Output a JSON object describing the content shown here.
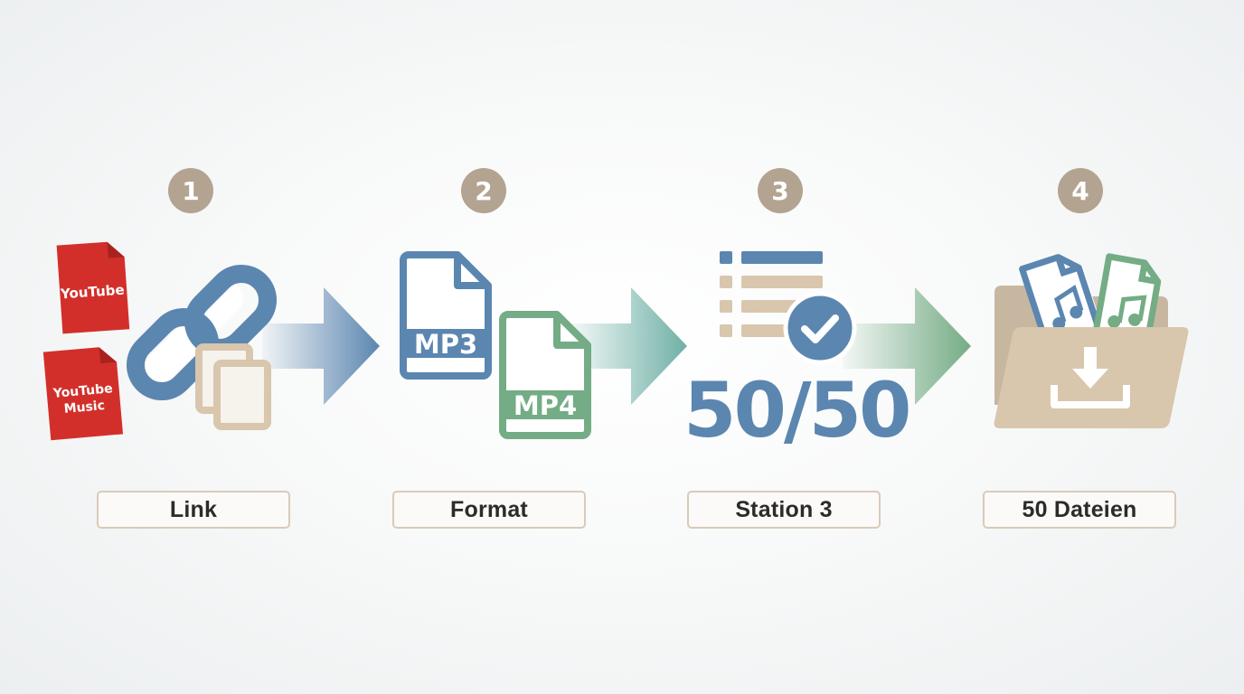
{
  "steps": [
    {
      "number": "1",
      "label": "Link"
    },
    {
      "number": "2",
      "label": "Format"
    },
    {
      "number": "3",
      "label": "Station 3"
    },
    {
      "number": "4",
      "label": "50 Dateien"
    }
  ],
  "sources": {
    "youtube": "YouTube",
    "youtube_music_line1": "YouTube",
    "youtube_music_line2": "Music"
  },
  "formats": {
    "mp3": "MP3",
    "mp4": "MP4"
  },
  "progress": {
    "text": "50/50",
    "done": 50,
    "total": 50
  },
  "icons": {
    "youtube_file": "document-icon",
    "link": "chain-link-icon",
    "copy": "copy-icon",
    "mp3_file": "mp3-file-icon",
    "mp4_file": "mp4-file-icon",
    "list": "list-icon",
    "check": "check-circle-icon",
    "folder": "download-folder-icon",
    "music_file": "music-file-icon"
  },
  "colors": {
    "red": "#d32f2a",
    "blue": "#5b86b0",
    "green": "#74ac85",
    "tan": "#d8c6ad",
    "step_badge": "#b3a391",
    "label_border": "#d9cbb9"
  }
}
